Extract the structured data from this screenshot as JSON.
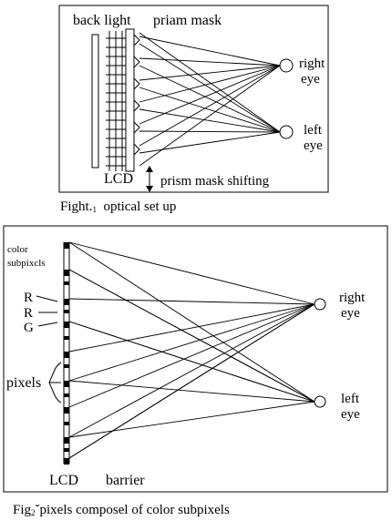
{
  "figure1": {
    "labels": {
      "back_light": "back light",
      "prism_mask": "priam mask",
      "lcd": "LCD",
      "right_eye_line1": "right",
      "right_eye_line2": "eye",
      "left_eye_line1": "left",
      "left_eye_line2": "eye",
      "shifting": "prism mask shifting"
    },
    "caption": {
      "main": "Fight.",
      "number": "1",
      "rest": "  optical set up"
    }
  },
  "figure2": {
    "labels": {
      "color_line1": "color",
      "color_line2": "subpixcls",
      "r1": "R",
      "r2": "R",
      "g": "G",
      "pixels": "pixels",
      "lcd": "LCD",
      "barrier": "barrier",
      "right_eye_line1": "right",
      "right_eye_line2": "eye",
      "left_eye_line1": "left",
      "left_eye_line2": "eye"
    },
    "caption": {
      "main": "Fig",
      "number": "2",
      "rest": "ˇpixels composel of color subpixels"
    }
  }
}
